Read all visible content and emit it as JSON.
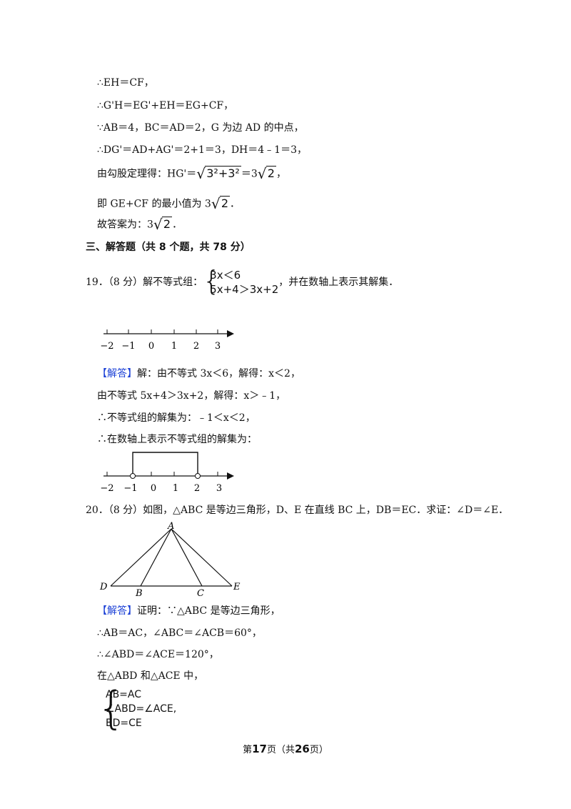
{
  "proof_top": {
    "l1": "∴EH＝CF，",
    "l2": "∴G'H＝EG'+EH＝EG+CF，",
    "l3": "∵AB＝4，BC＝AD＝2，G 为边 AD 的中点，",
    "l4": "∴DG'＝AD+AG'＝2+1＝3，DH＝4﹣1＝3，",
    "l5_pre": "由勾股定理得：HG'＝",
    "l5_rad": "3²+3²",
    "l5_post": "＝3",
    "l5_rad2": "2",
    "l5_end": "，",
    "l6_pre": "即 GE+CF 的最小值为 3",
    "l6_rad": "2",
    "l6_end": "．",
    "l7_pre": "故答案为：3",
    "l7_rad": "2",
    "l7_end": "．"
  },
  "section": "三、解答题（共 8 个题，共 78 分）",
  "q19": {
    "prefix": "19．（8 分）解不等式组：",
    "eq1": "3x＜6",
    "eq2": "5x+4＞3x+2",
    "suffix": "，并在数轴上表示其解集．",
    "axis_labels": [
      "−2",
      "−1",
      "0",
      "1",
      "2",
      "3"
    ],
    "answer_tag": "【解答】",
    "a1": "解：由不等式 3x＜6，解得：x＜2，",
    "a2": "由不等式 5x+4＞3x+2，解得：x＞﹣1，",
    "a3": "∴不等式组的解集为：﹣1＜x＜2，",
    "a4": "∴在数轴上表示不等式组的解集为："
  },
  "q20": {
    "text": "20．（8 分）如图，△ABC 是等边三角形，D、E 在直线 BC 上，DB＝EC．求证：∠D＝∠E．",
    "fig_labels": {
      "A": "A",
      "B": "B",
      "C": "C",
      "D": "D",
      "E": "E"
    },
    "answer_tag": "【解答】",
    "a1": "证明：∵△ABC 是等边三角形，",
    "a2": "∴AB＝AC，∠ABC＝∠ACB＝60°，",
    "a3": "∴∠ABD＝∠ACE＝120°，",
    "a4": "在△ABD 和△ACE 中，",
    "sys1": "AB=AC",
    "sys2": "∠ABD=∠ACE,",
    "sys3": "BD=CE"
  },
  "footer": {
    "pre": "第",
    "page": "17",
    "mid": "页（共",
    "total": "26",
    "post": "页）"
  }
}
